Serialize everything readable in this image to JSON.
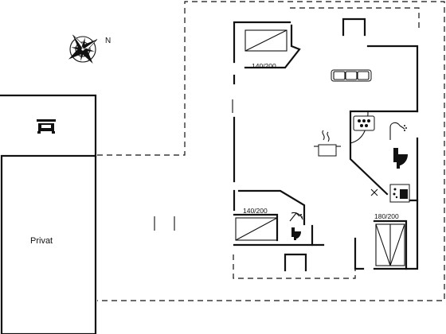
{
  "labels": {
    "north": "N",
    "private_area": "Privat",
    "bed_upper": "140/200",
    "bed_lower": "140/200",
    "bed_right": "180/200"
  },
  "icons": {
    "compass": "compass-rose-icon",
    "parking": "car-icon",
    "sofa": "sofa-icon",
    "stove": "cooking-pot-icon",
    "spa": "whirlpool-bath-icon",
    "toilet_main": "toilet-icon",
    "shower_main": "shower-icon",
    "washer": "washing-machine-icon",
    "toilet_small": "toilet-icon",
    "shower_small": "shower-icon"
  },
  "colors": {
    "line": "#111111",
    "background": "#ffffff"
  }
}
